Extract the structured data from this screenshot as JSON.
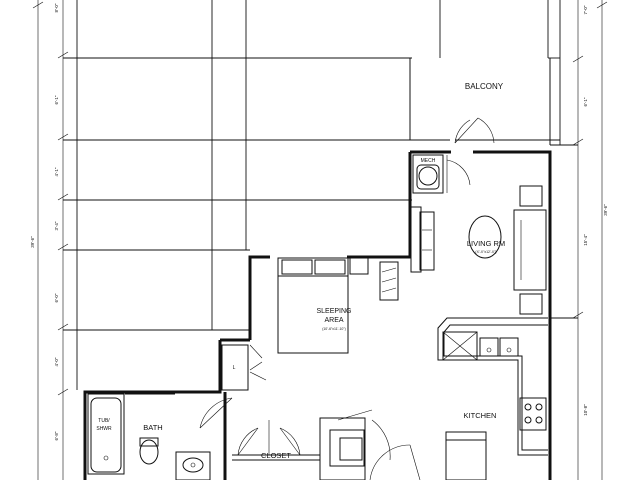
{
  "rooms": {
    "balcony": "BALCONY",
    "mech": "MECH",
    "living": "LIVING RM",
    "living_dim": "(X'-X\"x12'-X\")",
    "sleeping_line1": "SLEEPING",
    "sleeping_line2": "AREA",
    "sleeping_dim": "(10'-6\"x11'-10\")",
    "kitchen": "KITCHEN",
    "bath": "BATH",
    "tub_line1": "TUB/",
    "tub_line2": "SHWR",
    "closet": "CLOSET",
    "linen": "L"
  },
  "dimensions": {
    "left_overall": "39'-6\"",
    "left_seg_1": "6'-1\"",
    "left_seg_2": "4'-1\"",
    "left_seg_3": "3'-4\"",
    "left_seg_4": "6'-0\"",
    "left_seg_5": "4'-0\"",
    "left_seg_6": "6'-8\"",
    "left_top": "8'-0\"",
    "right_overall": "39'-6\"",
    "right_top": "7'-0\"",
    "right_seg_1": "6'-1\"",
    "right_seg_2": "15'-4\"",
    "right_seg_3": "10'-8\""
  }
}
